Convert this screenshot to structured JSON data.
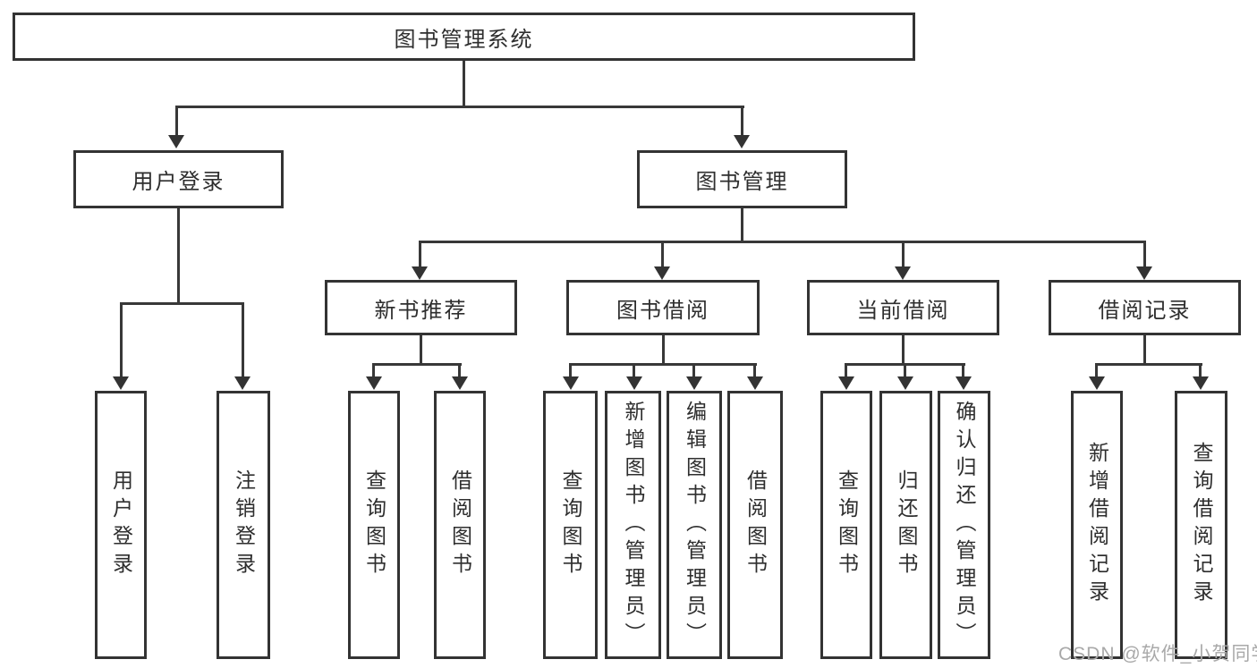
{
  "tree": {
    "root": {
      "label": "图书管理系统"
    },
    "branches": [
      {
        "label": "用户登录",
        "children": [
          {
            "label": "用户登录"
          },
          {
            "label": "注销登录"
          }
        ]
      },
      {
        "label": "图书管理",
        "sections": [
          {
            "label": "新书推荐",
            "children": [
              {
                "label": "查询图书"
              },
              {
                "label": "借阅图书"
              }
            ]
          },
          {
            "label": "图书借阅",
            "children": [
              {
                "label": "查询图书"
              },
              {
                "label": "新增图书（管理员）"
              },
              {
                "label": "编辑图书（管理员）"
              },
              {
                "label": "借阅图书"
              }
            ]
          },
          {
            "label": "当前借阅",
            "children": [
              {
                "label": "查询图书"
              },
              {
                "label": "归还图书"
              },
              {
                "label": "确认归还（管理员）"
              }
            ]
          },
          {
            "label": "借阅记录",
            "children": [
              {
                "label": "新增借阅记录"
              },
              {
                "label": "查询借阅记录"
              }
            ]
          }
        ]
      }
    ]
  },
  "watermark": {
    "text": "CSDN @软件_小贺同学",
    "color": "#a9a9a9"
  },
  "colors": {
    "line": "#383838",
    "border": "#333333",
    "text": "#2e2e2e",
    "background": "#ffffff"
  }
}
